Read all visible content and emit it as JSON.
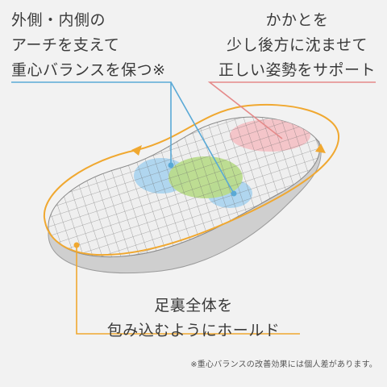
{
  "labels": {
    "arch": {
      "lines": [
        "外側・内側の",
        "アーチを支えて",
        "重心バランスを保つ※"
      ]
    },
    "heel": {
      "lines": [
        "かかとを",
        "少し後方に沈ませて",
        "正しい姿勢をサポート"
      ]
    },
    "hold": {
      "lines": [
        "足裏全体を",
        "包み込むようにホールド"
      ]
    }
  },
  "footnote": "※重心バランスの改善効果には個人差があります。",
  "colors": {
    "background": "#f2f2f2",
    "arch_line": "#5aa9d6",
    "heel_line": "#e58a8a",
    "hold_line": "#f0a830",
    "arch_zone": "#a9d3ee",
    "center_zone": "#b9db8c",
    "heel_zone": "#f3c2c6",
    "insole_base": "#d9d9d9",
    "grid": "#6a6a6a"
  }
}
